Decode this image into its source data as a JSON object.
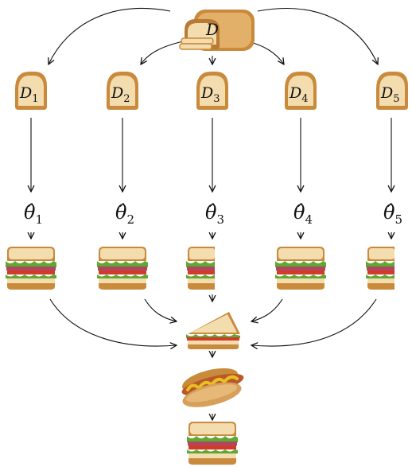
{
  "source": {
    "label": "D",
    "icon": "bread-loaf-icon"
  },
  "splits": [
    {
      "label": "D",
      "index": "1",
      "icon": "bread-slice-icon"
    },
    {
      "label": "D",
      "index": "2",
      "icon": "bread-slice-icon"
    },
    {
      "label": "D",
      "index": "3",
      "icon": "bread-slice-icon"
    },
    {
      "label": "D",
      "index": "4",
      "icon": "bread-slice-icon"
    },
    {
      "label": "D",
      "index": "5",
      "icon": "bread-slice-icon"
    }
  ],
  "estimates": [
    {
      "label": "θ̂",
      "index": "1",
      "icon": "sandwich-icon"
    },
    {
      "label": "θ̂",
      "index": "2",
      "icon": "sandwich-icon"
    },
    {
      "label": "θ̂",
      "index": "3",
      "icon": "half-sandwich-icon"
    },
    {
      "label": "θ̂",
      "index": "4",
      "icon": "sandwich-icon"
    },
    {
      "label": "θ̂",
      "index": "5",
      "icon": "half-sandwich-icon"
    }
  ],
  "aggregate": [
    {
      "icon": "triangle-sandwich-icon"
    },
    {
      "icon": "hotdog-icon"
    },
    {
      "icon": "sandwich-icon"
    }
  ],
  "colors": {
    "line": "#111111",
    "crust": "#c98a3c",
    "bread": "#f3dcae",
    "lettuce": "#5fa832",
    "tomato": "#d23a2a",
    "meat": "#b0475f",
    "sausage": "#b9582a",
    "mustard": "#e8c01f"
  }
}
